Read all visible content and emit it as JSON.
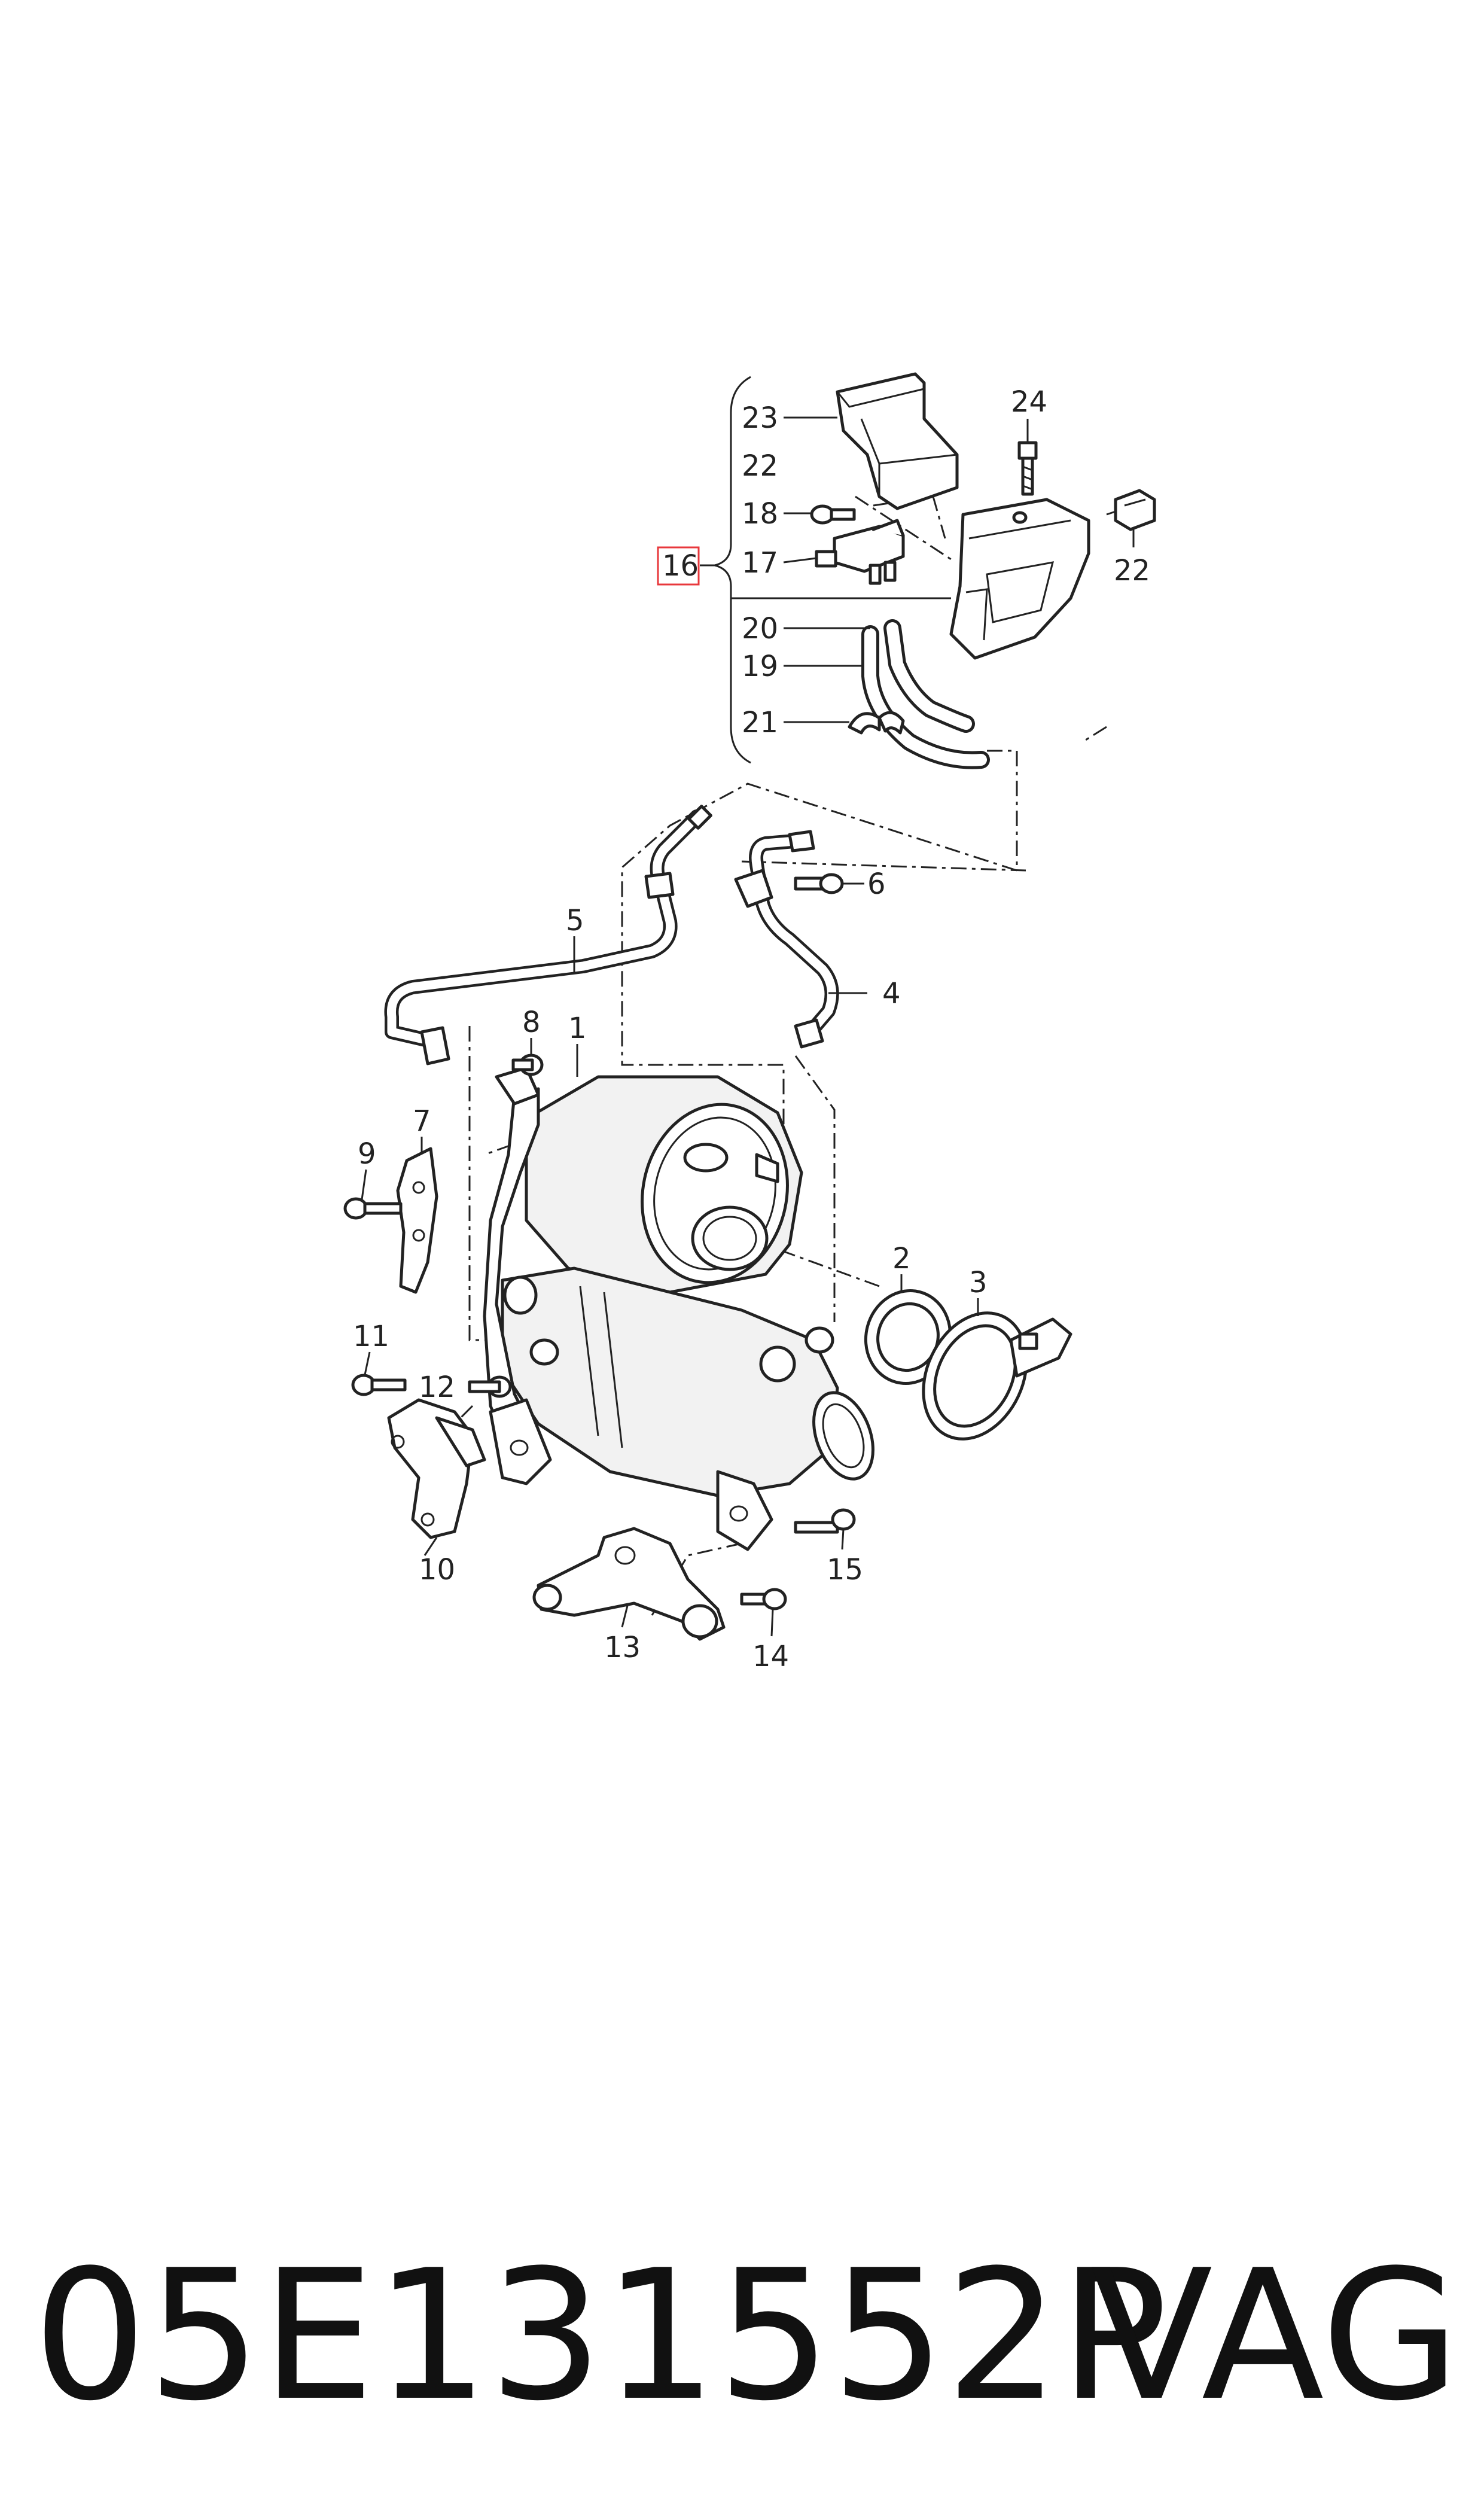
{
  "diagram": {
    "callouts": [
      {
        "id": "23",
        "text": "23"
      },
      {
        "id": "22a",
        "text": "22"
      },
      {
        "id": "18",
        "text": "18"
      },
      {
        "id": "16",
        "text": "16"
      },
      {
        "id": "17",
        "text": "17"
      },
      {
        "id": "20",
        "text": "20"
      },
      {
        "id": "19",
        "text": "19"
      },
      {
        "id": "21",
        "text": "21"
      },
      {
        "id": "24",
        "text": "24"
      },
      {
        "id": "22b",
        "text": "22"
      },
      {
        "id": "6",
        "text": "6"
      },
      {
        "id": "5",
        "text": "5"
      },
      {
        "id": "4",
        "text": "4"
      },
      {
        "id": "8",
        "text": "8"
      },
      {
        "id": "1",
        "text": "1"
      },
      {
        "id": "7",
        "text": "7"
      },
      {
        "id": "9",
        "text": "9"
      },
      {
        "id": "2",
        "text": "2"
      },
      {
        "id": "3",
        "text": "3"
      },
      {
        "id": "11",
        "text": "11"
      },
      {
        "id": "12",
        "text": "12"
      },
      {
        "id": "10",
        "text": "10"
      },
      {
        "id": "15",
        "text": "15"
      },
      {
        "id": "13",
        "text": "13"
      },
      {
        "id": "14",
        "text": "14"
      }
    ],
    "highlight_color": "#e8383c"
  },
  "footer": {
    "part_number": "05E131552P",
    "brand": "VAG"
  }
}
